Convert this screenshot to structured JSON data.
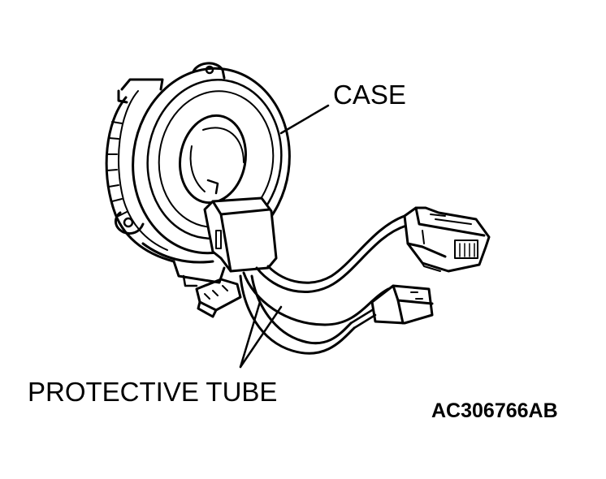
{
  "labels": {
    "case": "CASE",
    "protective_tube": "PROTECTIVE TUBE",
    "figure_code": "AC306766AB"
  }
}
